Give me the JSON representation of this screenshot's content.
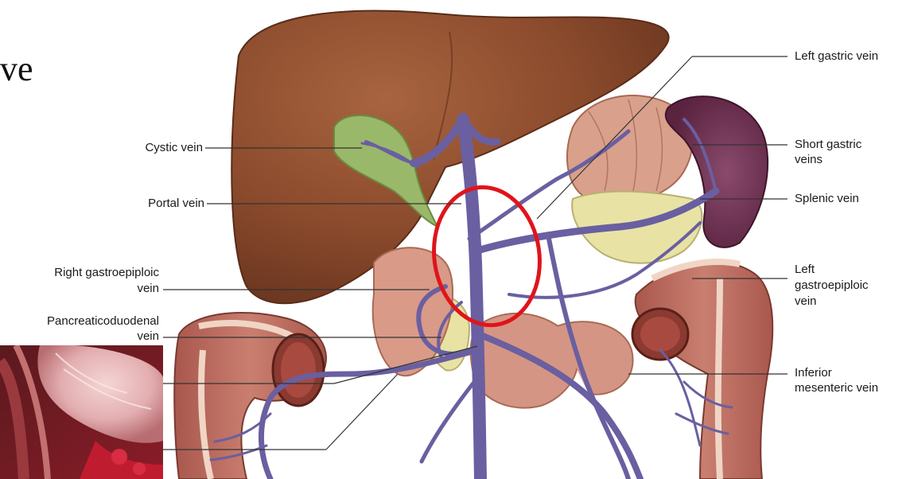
{
  "heading_fragment": "ve",
  "labels": {
    "left_gastric_vein": "Left gastric vein",
    "cystic_vein": "Cystic vein",
    "short_gastric_veins_1": "Short gastric",
    "short_gastric_veins_2": "veins",
    "portal_vein": "Portal vein",
    "splenic_vein": "Splenic vein",
    "right_gastroepiploic_1": "Right gastroepiploic",
    "right_gastroepiploic_2": "vein",
    "left_gastroepiploic_1": "Left",
    "left_gastroepiploic_2": "gastroepiploic",
    "left_gastroepiploic_3": "vein",
    "pancreaticoduodenal_1": "Pancreaticoduodenal",
    "pancreaticoduodenal_2": "vein",
    "inferior_mesenteric_1": "Inferior",
    "inferior_mesenteric_2": "mesenteric vein"
  },
  "colors": {
    "liver": "#8a4a2c",
    "vein": "#6a5fa0",
    "colon": "#b8675c",
    "stomach": "#d9a08c",
    "pancreas": "#e8e3a4",
    "spleen": "#6e2f4e",
    "gallbladder": "#9ab86a",
    "highlight": "#e0141b"
  },
  "icons": {
    "highlight": "red-ellipse-highlight",
    "photo": "intraoperative-photo"
  }
}
